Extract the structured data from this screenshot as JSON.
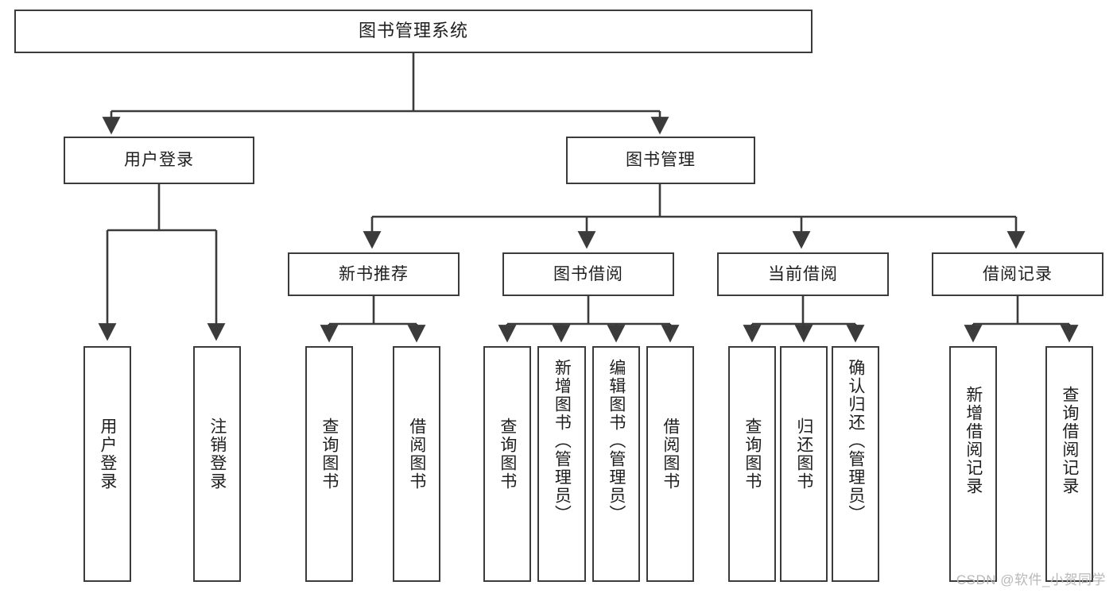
{
  "diagram": {
    "title": "图书管理系统",
    "type": "hierarchy-tree",
    "watermark": "CSDN @软件_小贺同学",
    "colors": {
      "background": "#ffffff",
      "line": "#3b3b3b",
      "text": "#1e1e1e",
      "watermark": "#b8b8b8"
    },
    "root": {
      "label": "图书管理系统"
    },
    "level2": [
      {
        "label": "用户登录"
      },
      {
        "label": "图书管理"
      }
    ],
    "level3": [
      {
        "label": "新书推荐"
      },
      {
        "label": "图书借阅"
      },
      {
        "label": "当前借阅"
      },
      {
        "label": "借阅记录"
      }
    ],
    "leaves": {
      "user_login": [
        {
          "label": "用户登录"
        },
        {
          "label": "注销登录"
        }
      ],
      "new_book_recommend": [
        {
          "label": "查询图书"
        },
        {
          "label": "借阅图书"
        }
      ],
      "book_borrow": [
        {
          "label": "查询图书"
        },
        {
          "label": "新增图书（管理员）"
        },
        {
          "label": "编辑图书（管理员）"
        },
        {
          "label": "借阅图书"
        }
      ],
      "current_borrow": [
        {
          "label": "查询图书"
        },
        {
          "label": "归还图书"
        },
        {
          "label": "确认归还（管理员）"
        }
      ],
      "borrow_record": [
        {
          "label": "新增借阅记录"
        },
        {
          "label": "查询借阅记录"
        }
      ]
    }
  }
}
